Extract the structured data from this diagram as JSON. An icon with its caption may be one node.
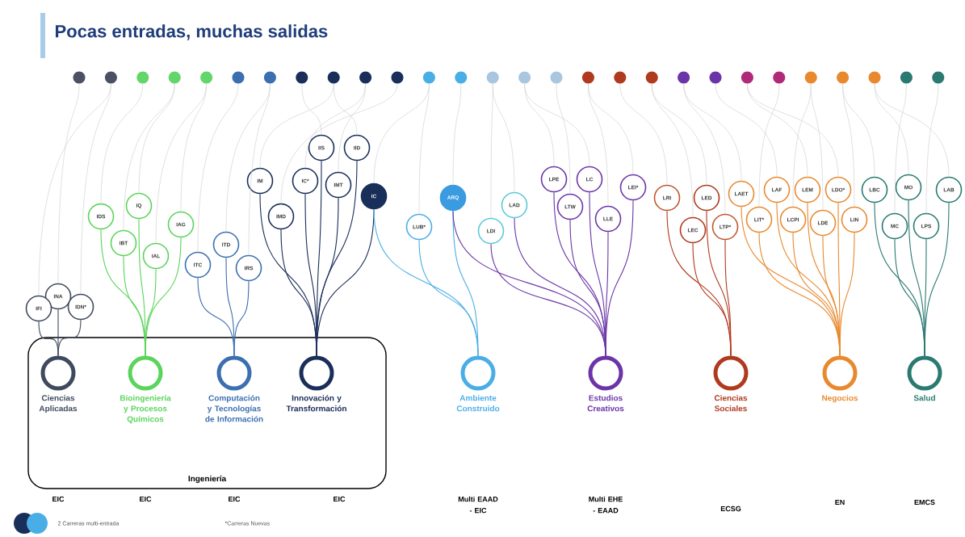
{
  "diagram": {
    "title": "Pocas entradas, muchas salidas",
    "nodes": [
      {
        "text": [],
        "shape": "circle"
      },
      {
        "text": [],
        "shape": "circle"
      },
      {
        "text": [],
        "shape": "circle"
      },
      {
        "text": [],
        "shape": "circle"
      },
      {
        "text": [],
        "shape": "circle"
      },
      {
        "text": [],
        "shape": "circle"
      },
      {
        "text": [],
        "shape": "circle"
      },
      {
        "text": [],
        "shape": "circle"
      },
      {
        "text": [],
        "shape": "circle"
      },
      {
        "text": [],
        "shape": "circle"
      },
      {
        "text": [],
        "shape": "circle"
      },
      {
        "text": [],
        "shape": "circle"
      },
      {
        "text": [],
        "shape": "circle"
      },
      {
        "text": [],
        "shape": "circle"
      },
      {
        "text": [],
        "shape": "circle"
      },
      {
        "text": [],
        "shape": "circle"
      },
      {
        "text": [],
        "shape": "circle"
      },
      {
        "text": [],
        "shape": "circle"
      },
      {
        "text": [],
        "shape": "circle"
      },
      {
        "text": [],
        "shape": "circle"
      },
      {
        "text": [],
        "shape": "circle"
      },
      {
        "text": [],
        "shape": "circle"
      },
      {
        "text": [],
        "shape": "circle"
      },
      {
        "text": [],
        "shape": "circle"
      },
      {
        "text": [],
        "shape": "circle"
      },
      {
        "text": [],
        "shape": "circle"
      },
      {
        "text": [],
        "shape": "circle"
      },
      {
        "text": [],
        "shape": "circle"
      },
      {
        "text": [
          "Ingeniería"
        ]
      },
      {
        "text": [
          "Ciencias Aplicadas"
        ],
        "in": 28
      },
      {
        "text": [
          "Bioingeniería y Procesos Químicos"
        ],
        "in": 28
      },
      {
        "text": [
          "Computación y Tecnologías de Información"
        ],
        "in": 28
      },
      {
        "text": [
          "Innovación y Transformación"
        ],
        "in": 28
      },
      {
        "text": [
          "Ambiente Construido"
        ]
      },
      {
        "text": [
          "Estudios Creativos"
        ]
      },
      {
        "text": [
          "Ciencias Sociales"
        ]
      },
      {
        "text": [
          "Negocios"
        ]
      },
      {
        "text": [
          "Salud"
        ]
      },
      {
        "text": [
          "INA"
        ]
      },
      {
        "text": [
          "IFI"
        ]
      },
      {
        "text": [
          "IDN*"
        ]
      },
      {
        "text": [
          "IDS"
        ]
      },
      {
        "text": [
          "IQ"
        ]
      },
      {
        "text": [
          "IBT"
        ]
      },
      {
        "text": [
          "IAL"
        ]
      },
      {
        "text": [
          "IAG"
        ]
      },
      {
        "text": [
          "ITC"
        ]
      },
      {
        "text": [
          "ITD"
        ]
      },
      {
        "text": [
          "IRS"
        ]
      },
      {
        "text": [
          "IIS"
        ]
      },
      {
        "text": [
          "IID"
        ]
      },
      {
        "text": [
          "IM"
        ]
      },
      {
        "text": [
          "IC*"
        ]
      },
      {
        "text": [
          "IMT"
        ]
      },
      {
        "text": [
          "IMD"
        ]
      },
      {
        "text": [
          "IC"
        ]
      },
      {
        "text": [
          "LUB*"
        ]
      },
      {
        "text": [
          "ARQ"
        ]
      },
      {
        "text": [
          "LDI"
        ]
      },
      {
        "text": [
          "LAD"
        ]
      },
      {
        "text": [
          "LPE"
        ]
      },
      {
        "text": [
          "LC"
        ]
      },
      {
        "text": [
          "LTW"
        ]
      },
      {
        "text": [
          "LLE"
        ]
      },
      {
        "text": [
          "LEI*"
        ]
      },
      {
        "text": [
          "LRI"
        ]
      },
      {
        "text": [
          "LED"
        ]
      },
      {
        "text": [
          "LEC"
        ]
      },
      {
        "text": [
          "LTP*"
        ]
      },
      {
        "text": [
          "LAET"
        ]
      },
      {
        "text": [
          "LAF"
        ]
      },
      {
        "text": [
          "LEM"
        ]
      },
      {
        "text": [
          "LDO*"
        ]
      },
      {
        "text": [
          "LIT*"
        ]
      },
      {
        "text": [
          "LCPI"
        ]
      },
      {
        "text": [
          "LDE"
        ]
      },
      {
        "text": [
          "LIN"
        ]
      },
      {
        "text": [
          "LBC"
        ]
      },
      {
        "text": [
          "MO"
        ]
      },
      {
        "text": [
          "LAB"
        ]
      },
      {
        "text": [
          "MC"
        ]
      },
      {
        "text": [
          "LPS"
        ]
      }
    ],
    "edges": [
      {
        "from": 38,
        "to": 29,
        "arrow": "none",
        "color": "#3f4a5e"
      },
      {
        "from": 39,
        "to": 29,
        "arrow": "none",
        "color": "#3f4a5e"
      },
      {
        "from": 40,
        "to": 29,
        "arrow": "none",
        "color": "#3f4a5e"
      },
      {
        "from": 41,
        "to": 30,
        "arrow": "none",
        "color": "#5ad45a"
      },
      {
        "from": 42,
        "to": 30,
        "arrow": "none",
        "color": "#5ad45a"
      },
      {
        "from": 43,
        "to": 30,
        "arrow": "none",
        "color": "#5ad45a"
      },
      {
        "from": 44,
        "to": 30,
        "arrow": "none",
        "color": "#5ad45a"
      },
      {
        "from": 45,
        "to": 30,
        "arrow": "none",
        "color": "#5ad45a"
      },
      {
        "from": 46,
        "to": 31,
        "arrow": "none",
        "color": "#3b6fb0"
      },
      {
        "from": 47,
        "to": 31,
        "arrow": "none",
        "color": "#3b6fb0"
      },
      {
        "from": 48,
        "to": 31,
        "arrow": "none",
        "color": "#3b6fb0"
      },
      {
        "from": 49,
        "to": 32,
        "arrow": "none",
        "color": "#1a2e5a"
      },
      {
        "from": 50,
        "to": 32,
        "arrow": "none",
        "color": "#1a2e5a"
      },
      {
        "from": 51,
        "to": 32,
        "arrow": "none",
        "color": "#1a2e5a"
      },
      {
        "from": 52,
        "to": 32,
        "arrow": "none",
        "color": "#1a2e5a"
      },
      {
        "from": 53,
        "to": 32,
        "arrow": "none",
        "color": "#1a2e5a"
      },
      {
        "from": 54,
        "to": 32,
        "arrow": "none",
        "color": "#1a2e5a"
      },
      {
        "from": 55,
        "to": 32,
        "arrow": "none",
        "color": "#1a2e5a"
      },
      {
        "from": 55,
        "to": 33,
        "arrow": "none",
        "color": "#4aaee6"
      },
      {
        "from": 56,
        "to": 33,
        "arrow": "none",
        "color": "#4aaee6"
      },
      {
        "from": 57,
        "to": 33,
        "arrow": "none",
        "color": "#4aaee6"
      },
      {
        "from": 57,
        "to": 34,
        "arrow": "none",
        "color": "#6b35a8"
      },
      {
        "from": 58,
        "to": 34,
        "arrow": "none",
        "color": "#6b35a8"
      },
      {
        "from": 59,
        "to": 34,
        "arrow": "none",
        "color": "#6b35a8"
      },
      {
        "from": 60,
        "to": 34,
        "arrow": "none",
        "color": "#6b35a8"
      },
      {
        "from": 61,
        "to": 34,
        "arrow": "none",
        "color": "#6b35a8"
      },
      {
        "from": 62,
        "to": 34,
        "arrow": "none",
        "color": "#6b35a8"
      },
      {
        "from": 63,
        "to": 34,
        "arrow": "none",
        "color": "#6b35a8"
      },
      {
        "from": 64,
        "to": 34,
        "arrow": "none",
        "color": "#6b35a8"
      },
      {
        "from": 65,
        "to": 35,
        "arrow": "none",
        "color": "#b03a1e"
      },
      {
        "from": 66,
        "to": 35,
        "arrow": "none",
        "color": "#b03a1e"
      },
      {
        "from": 67,
        "to": 35,
        "arrow": "none",
        "color": "#b03a1e"
      },
      {
        "from": 68,
        "to": 35,
        "arrow": "none",
        "color": "#b03a1e"
      },
      {
        "from": 69,
        "to": 36,
        "arrow": "none",
        "color": "#e8892e"
      },
      {
        "from": 70,
        "to": 36,
        "arrow": "none",
        "color": "#e8892e"
      },
      {
        "from": 71,
        "to": 36,
        "arrow": "none",
        "color": "#e8892e"
      },
      {
        "from": 72,
        "to": 36,
        "arrow": "none",
        "color": "#e8892e"
      },
      {
        "from": 73,
        "to": 36,
        "arrow": "none",
        "color": "#e8892e"
      },
      {
        "from": 74,
        "to": 36,
        "arrow": "none",
        "color": "#e8892e"
      },
      {
        "from": 75,
        "to": 36,
        "arrow": "none",
        "color": "#e8892e"
      },
      {
        "from": 76,
        "to": 36,
        "arrow": "none",
        "color": "#e8892e"
      },
      {
        "from": 77,
        "to": 37,
        "arrow": "none",
        "color": "#2a7a72"
      },
      {
        "from": 78,
        "to": 37,
        "arrow": "none",
        "color": "#2a7a72"
      },
      {
        "from": 79,
        "to": 37,
        "arrow": "none",
        "color": "#2a7a72"
      },
      {
        "from": 80,
        "to": 37,
        "arrow": "none",
        "color": "#2a7a72"
      },
      {
        "from": 81,
        "to": 37,
        "arrow": "none",
        "color": "#2a7a72"
      },
      {
        "from": 0,
        "to": 38,
        "arrow": "none"
      },
      {
        "from": 1,
        "to": 39,
        "arrow": "none"
      },
      {
        "from": 1,
        "to": 40,
        "arrow": "none"
      },
      {
        "from": 2,
        "to": 41,
        "arrow": "none"
      },
      {
        "from": 3,
        "to": 42,
        "arrow": "none"
      },
      {
        "from": 3,
        "to": 43,
        "arrow": "none"
      },
      {
        "from": 4,
        "to": 44,
        "arrow": "none"
      },
      {
        "from": 4,
        "to": 45,
        "arrow": "none"
      },
      {
        "from": 5,
        "to": 46,
        "arrow": "none"
      },
      {
        "from": 6,
        "to": 47,
        "arrow": "none"
      },
      {
        "from": 6,
        "to": 48,
        "arrow": "none"
      },
      {
        "from": 7,
        "to": 49,
        "arrow": "none"
      },
      {
        "from": 8,
        "to": 50,
        "arrow": "none"
      },
      {
        "from": 8,
        "to": 51,
        "arrow": "none"
      },
      {
        "from": 9,
        "to": 52,
        "arrow": "none"
      },
      {
        "from": 9,
        "to": 53,
        "arrow": "none"
      },
      {
        "from": 10,
        "to": 54,
        "arrow": "none"
      },
      {
        "from": 11,
        "to": 55,
        "arrow": "none"
      },
      {
        "from": 11,
        "to": 56,
        "arrow": "none"
      },
      {
        "from": 12,
        "to": 57,
        "arrow": "none"
      },
      {
        "from": 13,
        "to": 58,
        "arrow": "none"
      },
      {
        "from": 13,
        "to": 59,
        "arrow": "none"
      },
      {
        "from": 14,
        "to": 60,
        "arrow": "none"
      },
      {
        "from": 14,
        "to": 61,
        "arrow": "none"
      },
      {
        "from": 15,
        "to": 62,
        "arrow": "none"
      },
      {
        "from": 16,
        "to": 63,
        "arrow": "none"
      },
      {
        "from": 16,
        "to": 64,
        "arrow": "none"
      },
      {
        "from": 17,
        "to": 65,
        "arrow": "none"
      },
      {
        "from": 18,
        "to": 66,
        "arrow": "none"
      },
      {
        "from": 18,
        "to": 67,
        "arrow": "none"
      },
      {
        "from": 19,
        "to": 68,
        "arrow": "none"
      },
      {
        "from": 19,
        "to": 69,
        "arrow": "none"
      },
      {
        "from": 20,
        "to": 70,
        "arrow": "none"
      },
      {
        "from": 21,
        "to": 71,
        "arrow": "none"
      },
      {
        "from": 21,
        "to": 72,
        "arrow": "none"
      },
      {
        "from": 22,
        "to": 73,
        "arrow": "none"
      },
      {
        "from": 23,
        "to": 74,
        "arrow": "none"
      },
      {
        "from": 23,
        "to": 75,
        "arrow": "none"
      },
      {
        "from": 24,
        "to": 76,
        "arrow": "none"
      },
      {
        "from": 24,
        "to": 77,
        "arrow": "none"
      },
      {
        "from": 25,
        "to": 78,
        "arrow": "none"
      },
      {
        "from": 25,
        "to": 79,
        "arrow": "none"
      },
      {
        "from": 26,
        "to": 80,
        "arrow": "none"
      },
      {
        "from": 27,
        "to": 81,
        "arrow": "none"
      }
    ],
    "labels": [
      "EIC",
      "EIC",
      "EIC",
      "EIC",
      "Multi EAAD - EIC",
      "Multi EHE - EAAD",
      "ECSG",
      "EN",
      "EMCS",
      "*Carreras Nuevas"
    ],
    "legend": [
      {
        "text": "2 Carreras multi-entrada"
      }
    ]
  }
}
